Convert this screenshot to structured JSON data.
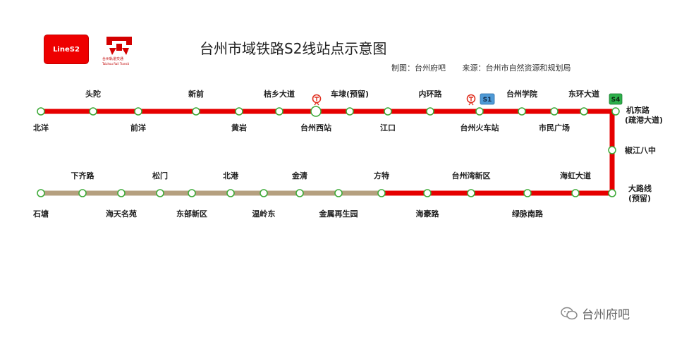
{
  "header": {
    "line_badge": "LineS2",
    "brand_name": "台州轨道交通",
    "brand_sub": "Taizhou Rail Transit",
    "title": "台州市域铁路S2线站点示意图",
    "credit_maker": "制图：台州府吧",
    "credit_source": "来源：台州市自然资源和规划局"
  },
  "transfer_badges": {
    "s1": "S1",
    "s4": "S4"
  },
  "colors": {
    "line_main": "#e60000",
    "line_reserved": "#b5a07f",
    "station_outline": "#3aa935",
    "s1_badge": "#4f9ad6",
    "s4_badge": "#2db04a"
  },
  "icons": {
    "rail_transfer": "railway-station-icon",
    "watermark": "wechat-icon"
  },
  "stations_top": [
    {
      "name": "北洋"
    },
    {
      "name": "头陀"
    },
    {
      "name": "前洋"
    },
    {
      "name": "新前"
    },
    {
      "name": "黄岩"
    },
    {
      "name": "桔乡大道"
    },
    {
      "name": "台州西站"
    },
    {
      "name": "车埭(预留)"
    },
    {
      "name": "江口"
    },
    {
      "name": "内环路"
    },
    {
      "name": "台州火车站"
    },
    {
      "name": "台州学院"
    },
    {
      "name": "市民广场"
    },
    {
      "name": "东环大道"
    },
    {
      "name": "机东路"
    }
  ],
  "station_jidong_sub": "(疏港大道)",
  "stations_right": [
    {
      "name": "椒江八中"
    },
    {
      "name": "大路线"
    }
  ],
  "station_dalu_sub": "(预留)",
  "stations_bottom": [
    {
      "name": "海虹大道"
    },
    {
      "name": "绿脉南路"
    },
    {
      "name": "台州湾新区"
    },
    {
      "name": "海豪路"
    },
    {
      "name": "方特"
    },
    {
      "name": "金属再生园"
    },
    {
      "name": "金清"
    },
    {
      "name": "温岭东"
    },
    {
      "name": "北港"
    },
    {
      "name": "东部新区"
    },
    {
      "name": "松门"
    },
    {
      "name": "海天名苑"
    },
    {
      "name": "下齐路"
    },
    {
      "name": "石塘"
    }
  ],
  "watermark": "台州府吧"
}
